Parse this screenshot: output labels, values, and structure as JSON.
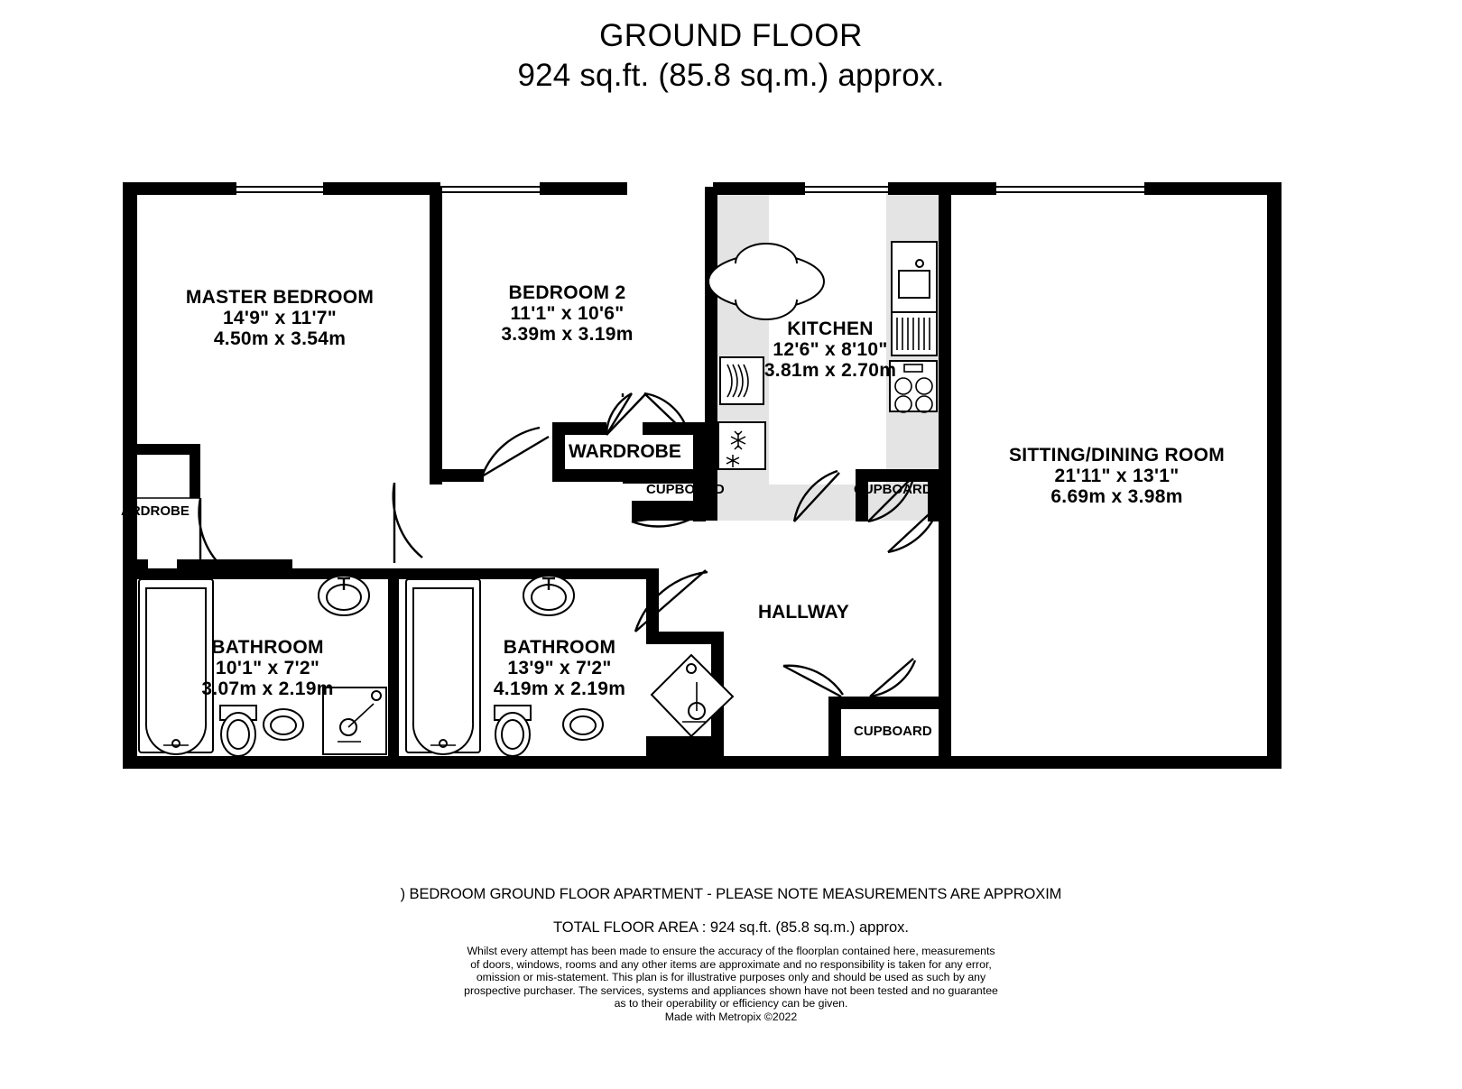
{
  "title": {
    "line1": "GROUND FLOOR",
    "line2": "924 sq.ft. (85.8 sq.m.) approx."
  },
  "rooms": [
    {
      "id": "master-bedroom",
      "name": "MASTER BEDROOM",
      "imperial": "14'9\"  x 11'7\"",
      "metric": "4.50m  x 3.54m"
    },
    {
      "id": "bedroom-2",
      "name": "BEDROOM 2",
      "imperial": "11'1\"  x 10'6\"",
      "metric": "3.39m  x 3.19m"
    },
    {
      "id": "kitchen",
      "name": "KITCHEN",
      "imperial": "12'6\"  x 8'10\"",
      "metric": "3.81m  x 2.70m"
    },
    {
      "id": "sitting-dining-room",
      "name": "SITTING/DINING ROOM",
      "imperial": "21'11\"  x 13'1\"",
      "metric": "6.69m  x 3.98m"
    },
    {
      "id": "bathroom-1",
      "name": "BATHROOM",
      "imperial": "10'1\"  x 7'2\"",
      "metric": "3.07m  x 2.19m"
    },
    {
      "id": "bathroom-2",
      "name": "BATHROOM",
      "imperial": "13'9\"  x 7'2\"",
      "metric": "4.19m  x 2.19m"
    }
  ],
  "small_labels": {
    "wardrobe_main": "WARDROBE",
    "wardrobe_master": "ARDROBE",
    "cupboard_left": "CUPBOARD",
    "cupboard_right": "CUPBOARD",
    "cupboard_bottom": "CUPBOARD",
    "hallway": "HALLWAY"
  },
  "footer": {
    "description": ") BEDROOM GROUND FLOOR APARTMENT - PLEASE NOTE MEASUREMENTS ARE APPROXIM",
    "total_area": "TOTAL FLOOR AREA : 924 sq.ft. (85.8 sq.m.) approx.",
    "disclaimer_lines": [
      "Whilst every attempt has been made to ensure the accuracy of the floorplan contained here, measurements",
      "of doors, windows, rooms and any other items are approximate and no responsibility is taken for any error,",
      "omission or mis-statement. This plan is for illustrative purposes only and should be used as such by any",
      "prospective purchaser. The services, systems and appliances shown have not been tested and no guarantee",
      "as to their operability or efficiency can be given."
    ],
    "made_with": "Made with Metropix ©2022"
  },
  "colors": {
    "wall": "#000000",
    "background": "#ffffff",
    "floor_shade": "#e4e4e4",
    "text": "#000000"
  }
}
